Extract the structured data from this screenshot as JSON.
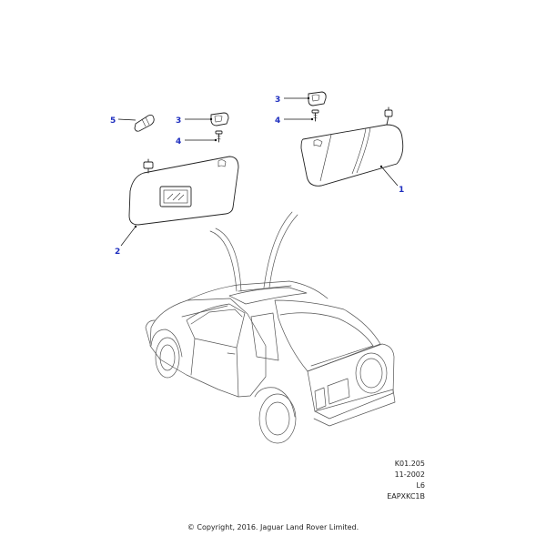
{
  "callouts": {
    "c1": "1",
    "c2": "2",
    "c3a": "3",
    "c3b": "3",
    "c4a": "4",
    "c4b": "4",
    "c5": "5"
  },
  "reference": {
    "line1": "K01.205",
    "line2": "11-2002",
    "line3": "L6",
    "line4": "EAPXKC1B"
  },
  "copyright": "© Copyright, 2016. Jaguar Land Rover Limited.",
  "colors": {
    "callout": "#1f2fbf",
    "line": "#222222",
    "background": "#ffffff"
  }
}
